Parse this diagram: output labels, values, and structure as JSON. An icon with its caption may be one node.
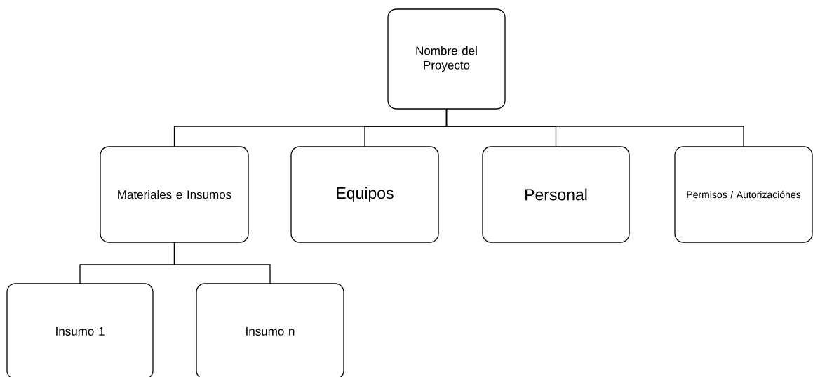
{
  "diagram": {
    "nodes": [
      {
        "text": [
          "Nombre del Proyecto"
        ]
      },
      {
        "text": [
          "Materiales e Insumos"
        ]
      },
      {
        "text": [
          "Equipos"
        ]
      },
      {
        "text": [
          "Personal"
        ]
      },
      {
        "text": [
          "Permisos / Autorizaciónes"
        ]
      },
      {
        "text": [
          "Insumo 1"
        ]
      },
      {
        "text": [
          "Insumo n"
        ]
      }
    ],
    "edges": [
      {
        "from": 0,
        "to": 1,
        "arrow": "none"
      },
      {
        "from": 0,
        "to": 2,
        "arrow": "none"
      },
      {
        "from": 0,
        "to": 3,
        "arrow": "none"
      },
      {
        "from": 0,
        "to": 4,
        "arrow": "none"
      },
      {
        "from": 1,
        "to": 5,
        "arrow": "none"
      },
      {
        "from": 1,
        "to": 6,
        "arrow": "none"
      }
    ]
  }
}
